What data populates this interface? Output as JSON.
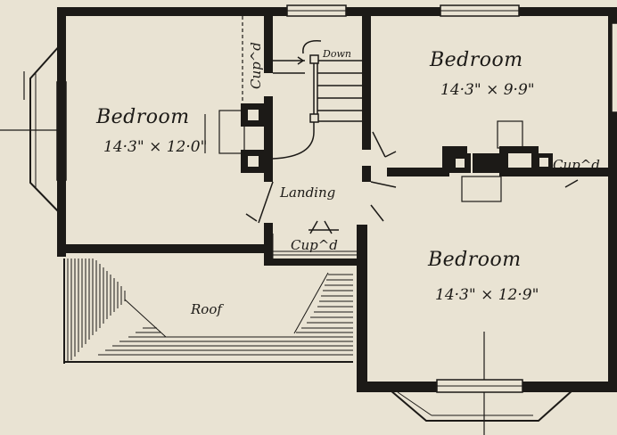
{
  "plan": {
    "rooms": [
      {
        "id": "bedroom-left",
        "name": "Bedroom",
        "size": "14·3\" × 12·0\""
      },
      {
        "id": "bedroom-upper",
        "name": "Bedroom",
        "size": "14·3\" × 9·9\""
      },
      {
        "id": "bedroom-lower",
        "name": "Bedroom",
        "size": "14·3\" × 12·9\""
      }
    ],
    "landing": "Landing",
    "roof": "Roof",
    "stair_down": "Down",
    "cupboards": [
      "Cup^d",
      "Cup^d",
      "Cup^d"
    ]
  },
  "colors": {
    "paper": "#e9e3d3",
    "ink": "#1c1a17"
  }
}
